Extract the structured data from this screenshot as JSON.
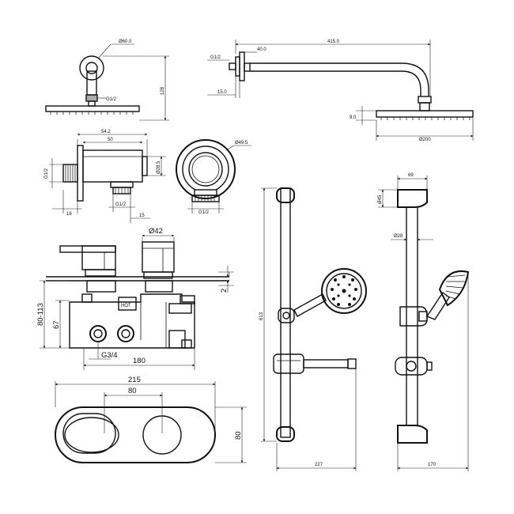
{
  "dimensions": {
    "head_front_dia": "Ø60.0",
    "head_front_thread": "G1/2",
    "head_front_height": "128",
    "arm_length": "415.0",
    "arm_thread": "G1/2",
    "arm_nut": "40.0",
    "arm_drop": "15.0",
    "head_thickness": "9.0",
    "head_dia": "Ø200",
    "elbow_width": "54.2",
    "elbow_body": "50",
    "elbow_thread_left": "G1/2",
    "elbow_left_len": "16",
    "elbow_height": "Ø28.5",
    "elbow_thread_bottom": "G1/2",
    "elbow_bottom_len": "15",
    "elbow_round_dia": "Ø49.5",
    "elbow_round_thread": "G1/2",
    "valve_knob_dia": "Ø42",
    "valve_cover_gap": "2",
    "valve_depth": "80-113",
    "valve_inlet_height": "67",
    "valve_inlet_thread": "G3/4",
    "valve_width": "180",
    "plate_width": "215",
    "plate_spacing": "80",
    "plate_height": "80",
    "rail_height": "613",
    "rail_depth": "227",
    "rail_bracket_width": "69",
    "rail_bracket_dia": "Ø45",
    "rail_pipe_dia": "Ø28",
    "rail_side_depth": "170"
  }
}
